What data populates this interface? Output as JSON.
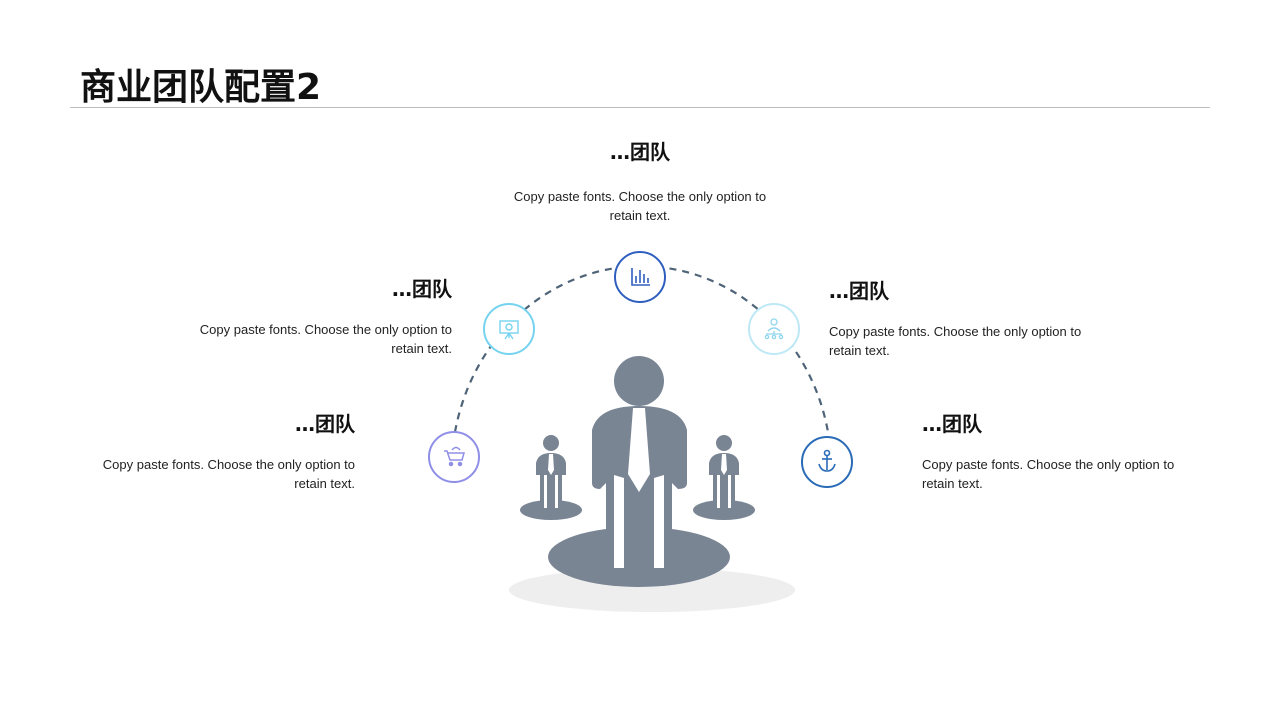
{
  "slide": {
    "title": "商业团队配置2"
  },
  "diagram": {
    "items": [
      {
        "heading": "…团队",
        "text": "Copy paste fonts. Choose the only option to retain text.",
        "icon": "bar-chart-icon",
        "color": "#2e5fbf"
      },
      {
        "heading": "…团队",
        "text": "Copy paste fonts. Choose the only option to retain text.",
        "icon": "presentation-icon",
        "color": "#76d3ef"
      },
      {
        "heading": "…团队",
        "text": "Copy paste fonts. Choose the only option to retain text.",
        "icon": "org-chart-icon",
        "color": "#9fdcf1"
      },
      {
        "heading": "…团队",
        "text": "Copy paste fonts. Choose the only option to retain text.",
        "icon": "cart-icon",
        "color": "#8f8fe8"
      },
      {
        "heading": "…团队",
        "text": "Copy paste fonts. Choose the only option to retain text.",
        "icon": "anchor-icon",
        "color": "#2a6bb8"
      }
    ],
    "arc_color": "#4f6478",
    "figure_color": "#7a8594",
    "shadow_color": "#eeeeee"
  }
}
